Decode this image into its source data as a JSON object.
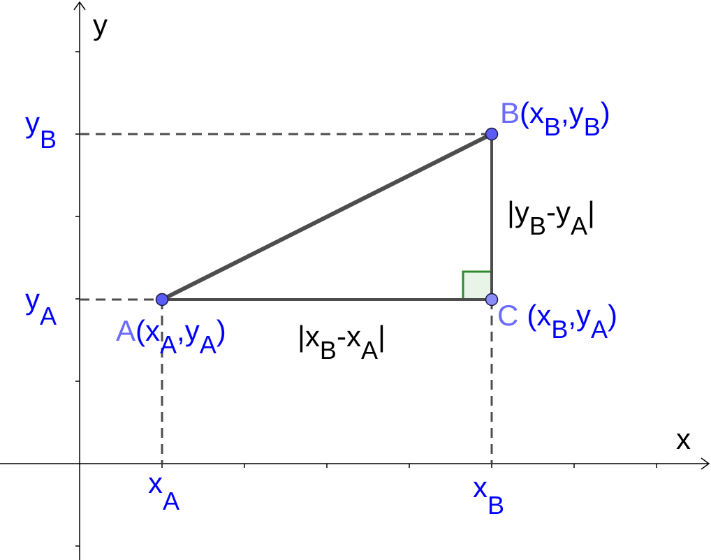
{
  "axes": {
    "x_name": "x",
    "y_name": "y"
  },
  "colors": {
    "axis": "#000000",
    "segment": "#4d4d4d",
    "dash": "#4d4d4d",
    "label_blue": "#0000ff",
    "label_point": "#6b6bff",
    "label_black": "#000000",
    "point_fill": "#5b5bf5",
    "point_stroke": "#1a1a3c",
    "right_angle": "#2e8b2e",
    "right_angle_fill": "#e8f4e8"
  },
  "points": {
    "A": {
      "name": "A",
      "coord_x": "x",
      "coord_x_sub": "A",
      "coord_sep": ",",
      "coord_y": "y",
      "coord_y_sub": "A",
      "open": "(",
      "close": ")"
    },
    "B": {
      "name": "B",
      "coord_x": "x",
      "coord_x_sub": "B",
      "coord_sep": ",",
      "coord_y": "y",
      "coord_y_sub": "B",
      "open": "(",
      "close": ")"
    },
    "C": {
      "name": "C",
      "coord_x": "x",
      "coord_x_sub": "B",
      "coord_sep": ",",
      "coord_y": "y",
      "coord_y_sub": "A",
      "open": "(",
      "close": ")"
    }
  },
  "axis_labels": {
    "xA": {
      "main": "x",
      "sub": "A"
    },
    "xB": {
      "main": "x",
      "sub": "B"
    },
    "yA": {
      "main": "y",
      "sub": "A"
    },
    "yB": {
      "main": "y",
      "sub": "B"
    }
  },
  "lengths": {
    "horizontal": {
      "bar_l": "|",
      "m1": "x",
      "s1": "B",
      "minus": "-",
      "m2": "x",
      "s2": "A",
      "bar_r": "|"
    },
    "vertical": {
      "bar_l": "|",
      "m1": "y",
      "s1": "B",
      "minus": "-",
      "m2": "y",
      "s2": "A",
      "bar_r": "|"
    }
  }
}
